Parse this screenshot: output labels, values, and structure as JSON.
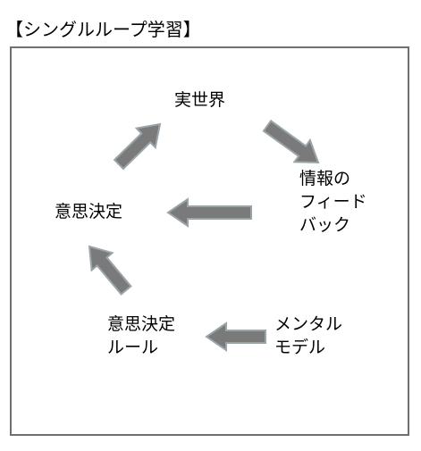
{
  "title": "【シングルループ学習】",
  "nodes": {
    "real_world": {
      "lines": [
        "実世界"
      ]
    },
    "feedback": {
      "lines": [
        "情報の",
        "フィード",
        "バック"
      ]
    },
    "mental_model": {
      "lines": [
        "メンタル",
        "モデル"
      ]
    },
    "decision_rules": {
      "lines": [
        "意思決定",
        "ルール"
      ]
    },
    "decision": {
      "lines": [
        "意思決定"
      ]
    }
  },
  "colors": {
    "arrow_fill": "#7a7a7a",
    "arrow_outline": "#9aa5aa",
    "frame": "#6f6f6f"
  }
}
